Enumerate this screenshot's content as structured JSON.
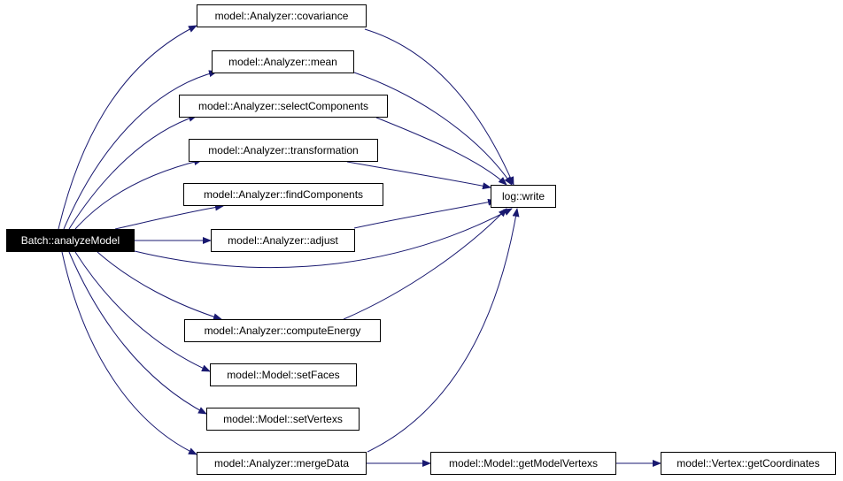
{
  "diagram": {
    "nodes": {
      "batch_analyzeModel": "Batch::analyzeModel",
      "covariance": "model::Analyzer::covariance",
      "mean": "model::Analyzer::mean",
      "selectComponents": "model::Analyzer::selectComponents",
      "transformation": "model::Analyzer::transformation",
      "findComponents": "model::Analyzer::findComponents",
      "adjust": "model::Analyzer::adjust",
      "computeEnergy": "model::Analyzer::computeEnergy",
      "setFaces": "model::Model::setFaces",
      "setVertexs": "model::Model::setVertexs",
      "mergeData": "model::Analyzer::mergeData",
      "log_write": "log::write",
      "getModelVertexs": "model::Model::getModelVertexs",
      "getCoordinates": "model::Vertex::getCoordinates"
    },
    "edges": [
      [
        "batch_analyzeModel",
        "covariance"
      ],
      [
        "batch_analyzeModel",
        "mean"
      ],
      [
        "batch_analyzeModel",
        "selectComponents"
      ],
      [
        "batch_analyzeModel",
        "transformation"
      ],
      [
        "batch_analyzeModel",
        "findComponents"
      ],
      [
        "batch_analyzeModel",
        "adjust"
      ],
      [
        "batch_analyzeModel",
        "log_write"
      ],
      [
        "batch_analyzeModel",
        "computeEnergy"
      ],
      [
        "batch_analyzeModel",
        "setFaces"
      ],
      [
        "batch_analyzeModel",
        "setVertexs"
      ],
      [
        "batch_analyzeModel",
        "mergeData"
      ],
      [
        "covariance",
        "log_write"
      ],
      [
        "mean",
        "log_write"
      ],
      [
        "selectComponents",
        "log_write"
      ],
      [
        "transformation",
        "log_write"
      ],
      [
        "adjust",
        "log_write"
      ],
      [
        "computeEnergy",
        "log_write"
      ],
      [
        "mergeData",
        "log_write"
      ],
      [
        "mergeData",
        "getModelVertexs"
      ],
      [
        "getModelVertexs",
        "getCoordinates"
      ]
    ],
    "colors": {
      "edge": "#191970",
      "root_fill": "#000000",
      "root_text": "#ffffff",
      "node_border": "#000000"
    }
  }
}
